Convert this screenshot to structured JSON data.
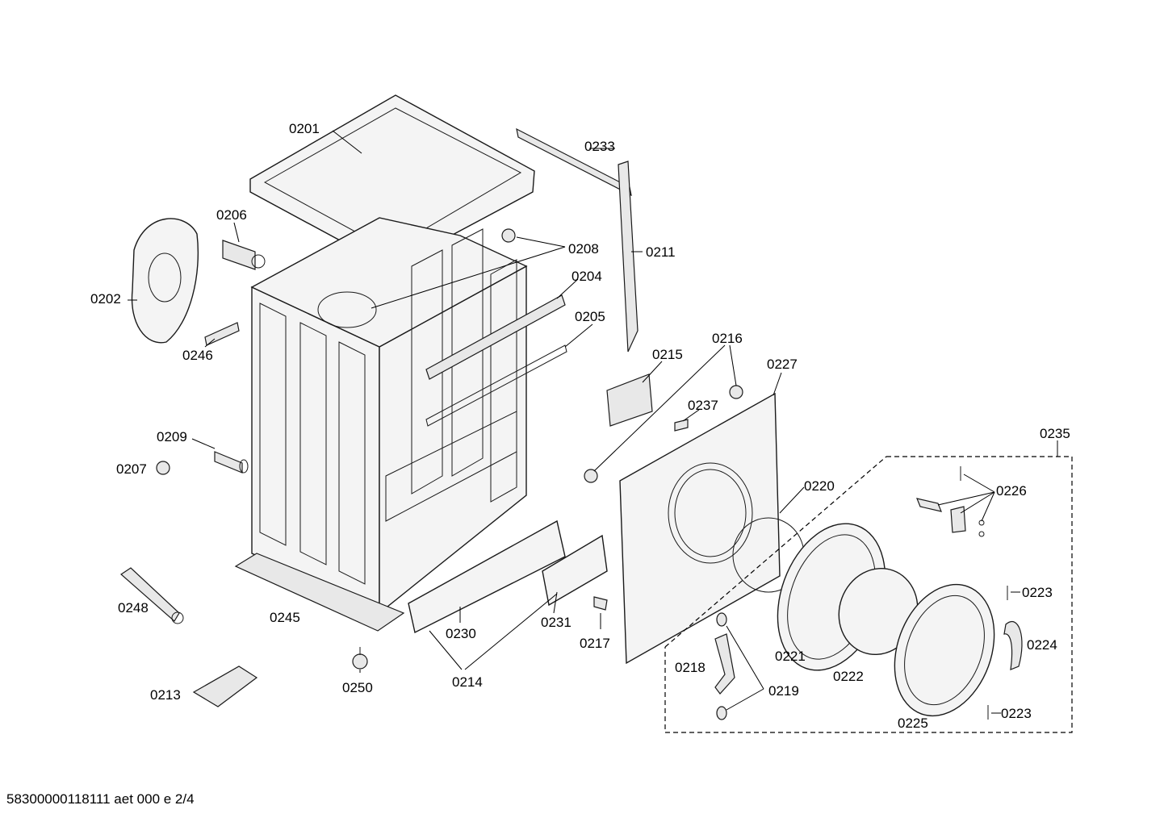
{
  "footer_text": "58300000118111 aet 000 e 2/4",
  "labels": {
    "p0201": "0201",
    "p0202": "0202",
    "p0204": "0204",
    "p0205": "0205",
    "p0206": "0206",
    "p0207": "0207",
    "p0208": "0208",
    "p0209": "0209",
    "p0211": "0211",
    "p0213": "0213",
    "p0214": "0214",
    "p0215": "0215",
    "p0216": "0216",
    "p0217": "0217",
    "p0218": "0218",
    "p0219": "0219",
    "p0220": "0220",
    "p0221": "0221",
    "p0222": "0222",
    "p0223a": "0223",
    "p0223b": "0223",
    "p0224": "0224",
    "p0225": "0225",
    "p0226": "0226",
    "p0227": "0227",
    "p0230": "0230",
    "p0231": "0231",
    "p0233": "0233",
    "p0235": "0235",
    "p0237": "0237",
    "p0245": "0245",
    "p0246": "0246",
    "p0248": "0248",
    "p0250": "0250"
  }
}
